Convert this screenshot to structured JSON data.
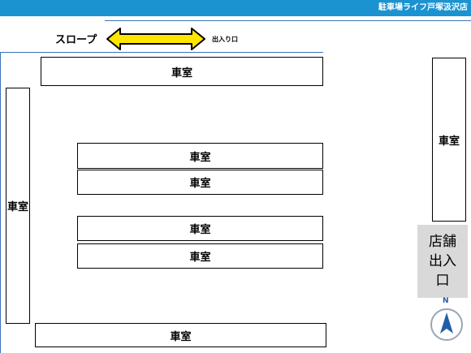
{
  "header": {
    "title": "駐車場ライフ戸塚汲沢店"
  },
  "slope": {
    "label": "スロープ",
    "exit_label": "出入り口"
  },
  "rooms": {
    "top": "車室",
    "left": "車室",
    "right": "車室",
    "middle_1": "車室",
    "middle_2": "車室",
    "middle_3": "車室",
    "middle_4": "車室",
    "bottom": "車室"
  },
  "entrance": {
    "label": "店舗出入口"
  },
  "compass": {
    "label": "N"
  },
  "colors": {
    "header": "#1a93d0",
    "outline": "#3b73b9",
    "arrow_fill": "#ffe600",
    "entrance_bg": "#d9d9d9",
    "compass": "#1f5fa8"
  }
}
